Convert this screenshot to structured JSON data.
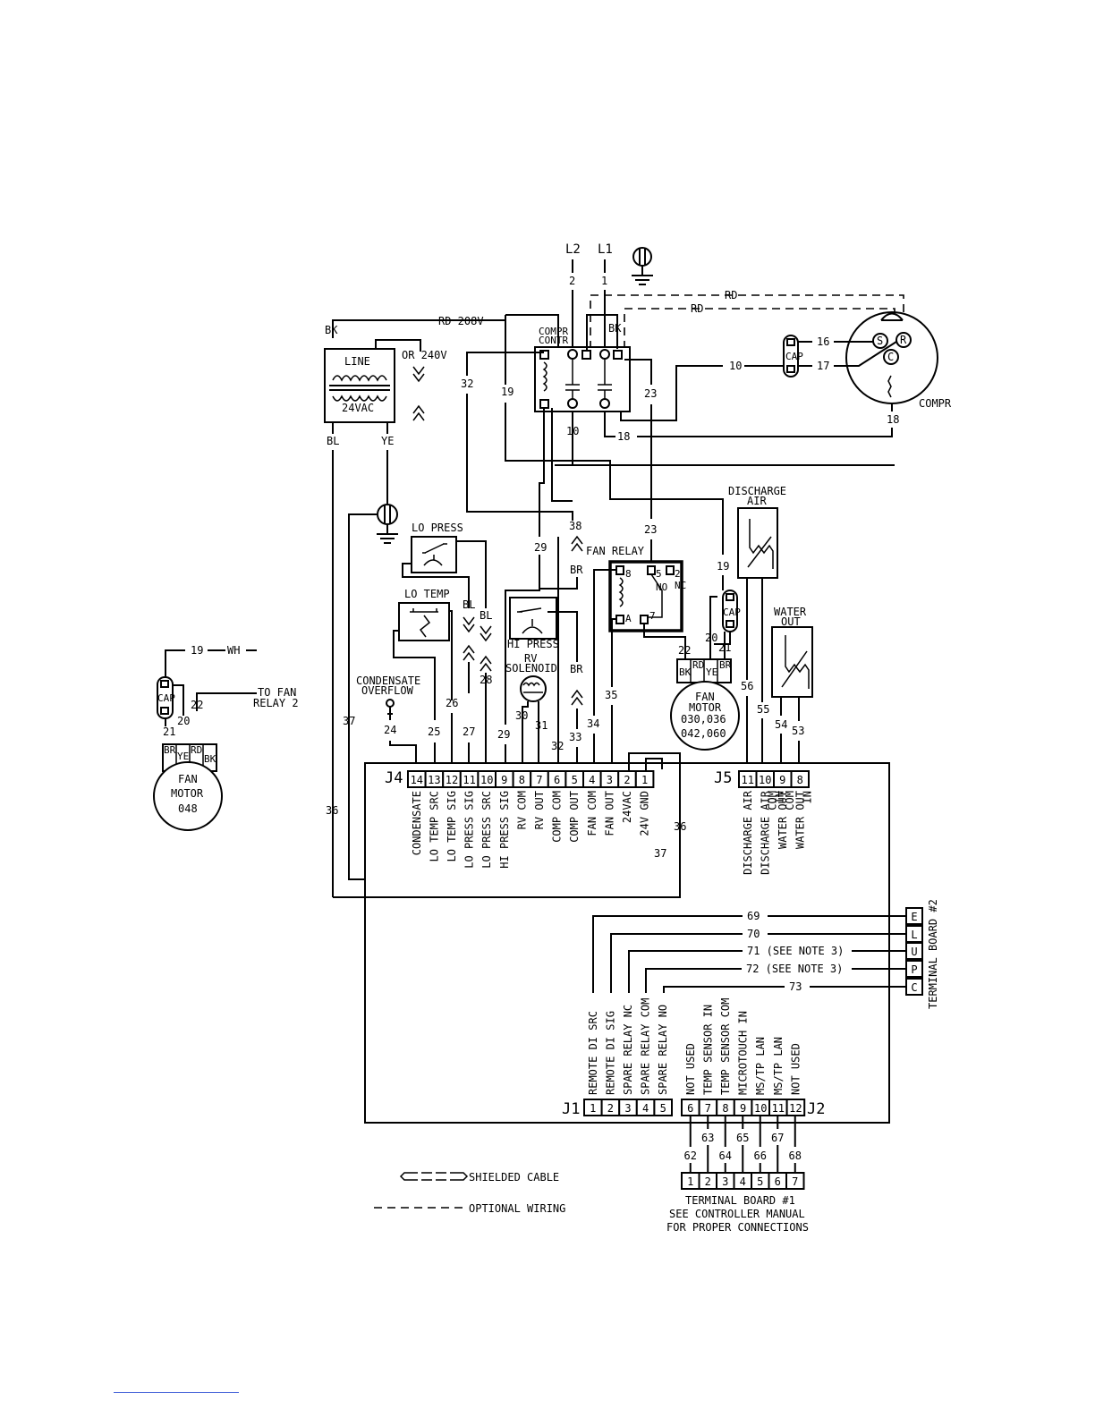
{
  "power": {
    "l2": "L2",
    "l1": "L1",
    "l2_wire": "2",
    "l1_wire": "1"
  },
  "transformer": {
    "bk": "BK",
    "line": "LINE",
    "vac": "24VAC",
    "bl": "BL",
    "ye": "YE",
    "rd208": "RD 208V",
    "or240": "OR 240V"
  },
  "contactor": {
    "label1": "COMPR",
    "label2": "CONTR",
    "bk": "BK"
  },
  "compressor": {
    "label": "COMPR",
    "rd": "RD",
    "s": "S",
    "r": "R",
    "c": "C",
    "cap": "CAP",
    "w16": "16",
    "w17": "17",
    "w18": "18",
    "w10": "10"
  },
  "wires": {
    "w10": "10",
    "w18": "18",
    "w23a": "23",
    "w23b": "23",
    "w32": "32",
    "w19": "19",
    "w38": "38",
    "w29": "29",
    "br1": "BR",
    "br2": "BR",
    "bl1": "BL",
    "bl2": "BL",
    "w19b": "19",
    "w20": "20",
    "w21": "21",
    "w22": "22",
    "w24": "24",
    "w25": "25",
    "w26": "26",
    "w27": "27",
    "w28": "28",
    "w29b": "29",
    "w30": "30",
    "w31": "31",
    "w32b": "32",
    "w33": "33",
    "w34": "34",
    "w35": "35",
    "w36a": "36",
    "w36b": "36",
    "w37a": "37",
    "w37b": "37",
    "w56": "56",
    "w55": "55",
    "w54": "54",
    "w53": "53"
  },
  "components": {
    "lo_press": "LO PRESS",
    "lo_temp": "LO TEMP",
    "hi_press": "HI PRESS",
    "rv1": "RV",
    "rv2": "SOLENOID",
    "cond1": "CONDENSATE",
    "cond2": "OVERFLOW",
    "fan_relay": "FAN RELAY",
    "relay_5": "5",
    "relay_no": "NO",
    "relay_nc": "NC",
    "relay_2": "2",
    "relay_8": "8",
    "relay_7": "7",
    "relay_a": "A",
    "discharge1": "DISCHARGE",
    "discharge2": "AIR",
    "water1": "WATER",
    "water2": "OUT",
    "cap": "CAP",
    "fan_motor": "FAN",
    "fan_motor2": "MOTOR",
    "fan_sizes1": "030,036",
    "fan_sizes2": "042,060",
    "fm_bk": "BK",
    "fm_rd": "RD",
    "fm_ye": "YE",
    "fm_br": "BR"
  },
  "fan048": {
    "w19": "19",
    "wh": "WH",
    "cap": "CAP",
    "w20": "20",
    "w22": "22",
    "w21": "21",
    "to1": "TO FAN",
    "to2": "RELAY 2",
    "br": "BR",
    "ye": "YE",
    "rd": "RD",
    "bk": "BK",
    "fan": "FAN",
    "motor": "MOTOR",
    "size": "048"
  },
  "j4": {
    "label": "J4",
    "pins": [
      "14",
      "13",
      "12",
      "11",
      "10",
      "9",
      "8",
      "7",
      "6",
      "5",
      "4",
      "3",
      "2",
      "1"
    ],
    "names": [
      "CONDENSATE",
      "LO TEMP SRC",
      "LO TEMP SIG",
      "LO PRESS SIG",
      "LO PRESS SRC",
      "HI PRESS SIG",
      "RV COM",
      "RV OUT",
      "COMP COM",
      "COMP OUT",
      "FAN COM",
      "FAN OUT",
      "24VAC",
      "24V GND"
    ]
  },
  "j5": {
    "label": "J5",
    "pins": [
      "11",
      "10",
      "9",
      "8"
    ],
    "names": [
      "DISCHARGE AIR",
      "DISCHARGE AIR",
      "WATER OUT",
      "WATER OUT"
    ],
    "names2": [
      "",
      "COM",
      "COM",
      "IN"
    ],
    "names3": [
      "",
      "IN",
      "",
      ""
    ]
  },
  "j1": {
    "label": "J1",
    "pins": [
      "1",
      "2",
      "3",
      "4",
      "5"
    ],
    "names": [
      "REMOTE DI SRC",
      "REMOTE DI SIG",
      "SPARE RELAY NC",
      "SPARE RELAY COM",
      "SPARE RELAY NO"
    ]
  },
  "j2": {
    "label": "J2",
    "pins": [
      "6",
      "7",
      "8",
      "9",
      "10",
      "11",
      "12"
    ],
    "names": [
      "NOT USED",
      "TEMP SENSOR IN",
      "TEMP SENSOR COM",
      "MICROTOUCH IN",
      "MS/TP LAN",
      "MS/TP LAN",
      "NOT USED"
    ]
  },
  "tb2": {
    "label": "TERMINAL BOARD #2",
    "letters": [
      "E",
      "L",
      "U",
      "P",
      "C"
    ],
    "wires": [
      "69",
      "70",
      "71 (SEE NOTE 3)",
      "72 (SEE NOTE 3)",
      "73"
    ]
  },
  "tb1": {
    "pins": [
      "1",
      "2",
      "3",
      "4",
      "5",
      "6",
      "7"
    ],
    "wires": [
      "62",
      "63",
      "64",
      "65",
      "66",
      "67",
      "68"
    ],
    "line1": "TERMINAL BOARD #1",
    "line2": "SEE CONTROLLER MANUAL",
    "line3": "FOR PROPER CONNECTIONS"
  },
  "legend": {
    "shielded": "SHIELDED CABLE",
    "optional": "OPTIONAL WIRING"
  }
}
